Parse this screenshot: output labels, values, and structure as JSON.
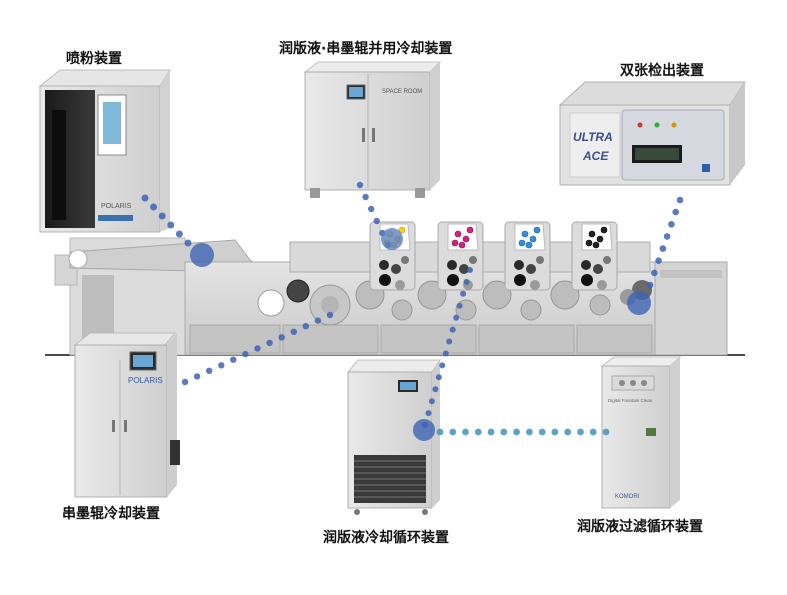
{
  "labels": {
    "powder_spray": "喷粉装置",
    "dampening_roller_cooling": "润版液·串墨辊并用冷却装置",
    "double_sheet_detector": "双张检出装置",
    "roller_cooling": "串墨辊冷却装置",
    "dampening_cooling_circulation": "润版液冷却循环装置",
    "dampening_filter_circulation": "润版液过滤循环装置"
  },
  "device_text": {
    "polaris_top": "POLARIS",
    "polaris_bottom": "POLARIS",
    "ultra": "ULTRA",
    "ace": "ACE",
    "cabinet_brand": "SPACE ROOM",
    "filter_title": "Digital Fountain Clean",
    "filter_brand": "KOMORI"
  },
  "colors": {
    "dot_blue": "#3f63b4",
    "dot_teal": "#3f94b8",
    "ink_yellow": "#f2d21b",
    "ink_magenta": "#d81f7b",
    "ink_cyan": "#2f8fe0",
    "ink_black": "#222222"
  }
}
